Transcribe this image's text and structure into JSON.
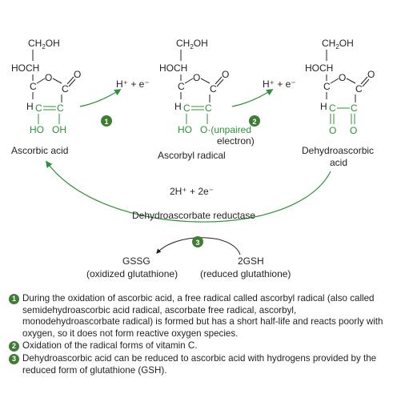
{
  "molecules": {
    "ascorbic": {
      "ch2oh": "CH",
      "ch2oh_sub": "2",
      "ch2oh_tail": "OH",
      "hoch": "HOCH",
      "c1": "C",
      "o_ring": "O",
      "c2": "C",
      "o_carbonyl": "O",
      "h": "H",
      "c3": "C",
      "c4": "C",
      "ho": "HO",
      "oh": "OH",
      "name": "Ascorbic acid"
    },
    "radical": {
      "ch2oh": "CH",
      "ch2oh_sub": "2",
      "ch2oh_tail": "OH",
      "hoch": "HOCH",
      "c1": "C",
      "o_ring": "O",
      "c2": "C",
      "o_carbonyl": "O",
      "h": "H",
      "c3": "C",
      "c4": "C",
      "ho": "HO",
      "o_unpaired": "O·(unpaired",
      "electron": "electron)",
      "name": "Ascorbyl radical"
    },
    "dehydro": {
      "ch2oh": "CH",
      "ch2oh_sub": "2",
      "ch2oh_tail": "OH",
      "hoch": "HOCH",
      "c1": "C",
      "o_ring": "O",
      "c2": "C",
      "o_carbonyl": "O",
      "h": "H",
      "c3": "C",
      "c4": "C",
      "o_left": "O",
      "o_right": "O",
      "name_line1": "Dehydroascorbic",
      "name_line2": "acid"
    }
  },
  "steps": {
    "step1": {
      "badge": "1",
      "product": "H⁺ + e⁻"
    },
    "step2": {
      "badge": "2",
      "product": "H⁺ + e⁻"
    },
    "step3": {
      "badge": "3",
      "reactants": "2H⁺ + 2e⁻",
      "enzyme": "Dehydroascorbate reductase"
    }
  },
  "glutathione": {
    "gssg": "GSSG",
    "gssg_desc": "(oxidized glutathione)",
    "gsh": "2GSH",
    "gsh_desc": "(reduced glutathione)"
  },
  "notes": [
    {
      "badge": "1",
      "text": "During the oxidation of ascorbic acid, a free radical called ascorbyl radical (also called semidehydroascorbic acid radical, ascorbate free radical, ascorbyl, monodehydroascorbate radical) is formed but has a short half-life and reacts poorly with oxygen, so it does not form reactive oxygen species."
    },
    {
      "badge": "2",
      "text": "Oxidation of the radical forms of vitamin C."
    },
    {
      "badge": "3",
      "text": "Dehydroascorbic acid can be reduced to ascorbic acid with hydrogens provided by the reduced form of glutathione (GSH)."
    }
  ],
  "colors": {
    "green": "#2f8f3a",
    "badge": "#3f7d34",
    "text": "#231f20"
  }
}
